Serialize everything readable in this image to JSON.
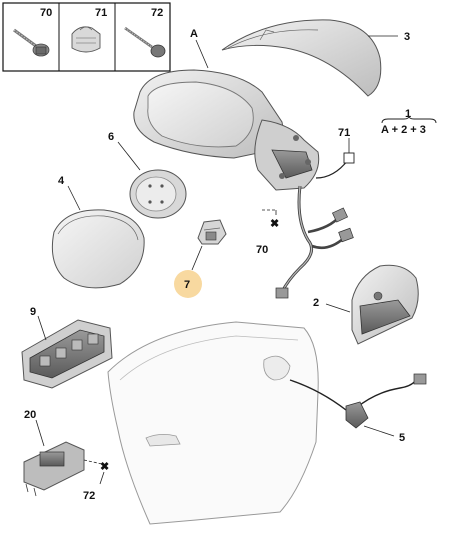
{
  "fastener_box": {
    "cells": [
      {
        "number": "70",
        "icon": "screw-with-washer-icon"
      },
      {
        "number": "71",
        "icon": "clip-nut-icon"
      },
      {
        "number": "72",
        "icon": "self-tapping-screw-icon"
      }
    ]
  },
  "callouts": {
    "A": "A",
    "p1": "1",
    "p2": "2",
    "p3": "3",
    "p4": "4",
    "p5": "5",
    "p6": "6",
    "p7": "7",
    "p9": "9",
    "p20": "20",
    "p70": "70",
    "p71": "71",
    "p72": "72"
  },
  "assembly_note": {
    "label": "1",
    "formula": "A + 2 + 3"
  },
  "markers": {
    "cross": "✖"
  },
  "colors": {
    "highlight_circle": "#f8d9a0",
    "part_fill": "#e6e6e6",
    "part_shadow": "#b9b9b9",
    "line": "#222222"
  }
}
